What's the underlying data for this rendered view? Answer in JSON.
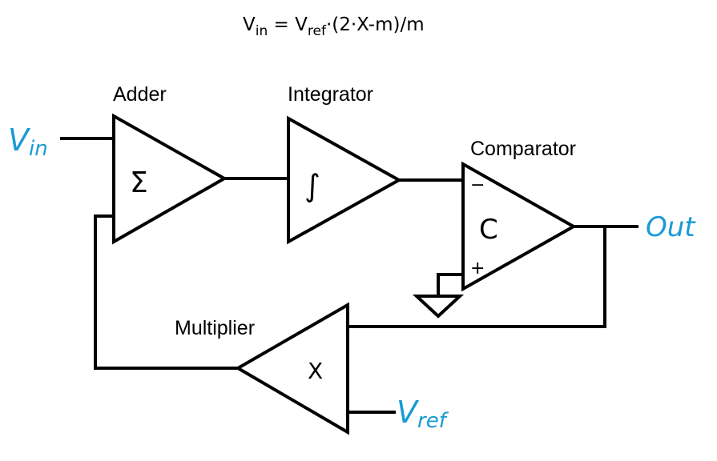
{
  "formula": {
    "lhs_main": "V",
    "lhs_sub": "in",
    "equals": " = ",
    "rhs_main": "V",
    "rhs_sub": "ref",
    "rhs_rest": "·(2·X-m)/m"
  },
  "blocks": {
    "adder": {
      "title": "Adder",
      "symbol": "Σ"
    },
    "integrator": {
      "title": "Integrator",
      "symbol": "∫"
    },
    "comparator": {
      "title": "Comparator",
      "symbol": "C",
      "minus": "−",
      "plus": "+"
    },
    "multiplier": {
      "title": "Multiplier",
      "symbol": "X"
    }
  },
  "signals": {
    "vin_main": "V",
    "vin_sub": "in",
    "out": "Out",
    "vref_main": "V",
    "vref_sub": "ref"
  },
  "colors": {
    "signal": "#1a9ad6",
    "line": "#000000",
    "background": "#ffffff"
  }
}
